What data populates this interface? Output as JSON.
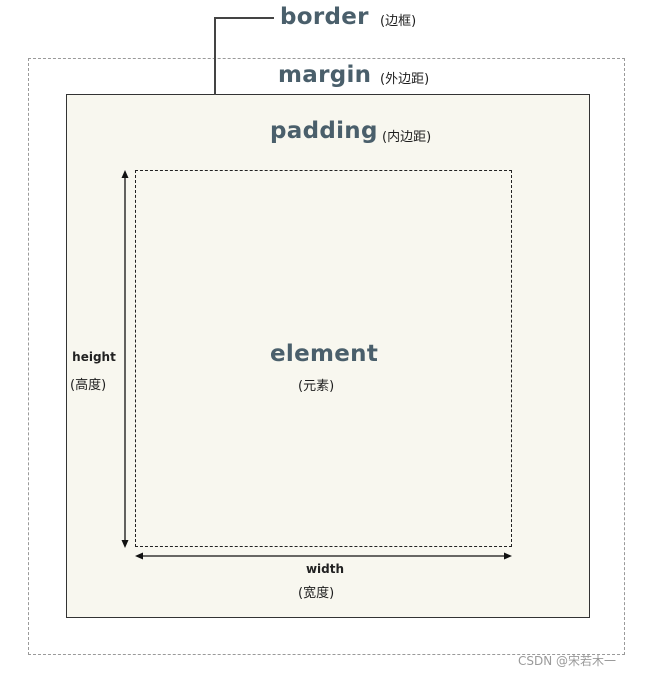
{
  "labels": {
    "border": "border",
    "border_cn": "(边框)",
    "margin": "margin",
    "margin_cn": "(外边距)",
    "padding": "padding",
    "padding_cn": "(内边距)",
    "element": "element",
    "element_cn": "(元素)",
    "height": "height",
    "height_cn": "(高度)",
    "width": "width",
    "width_cn": "(宽度)"
  },
  "watermark": "CSDN @宋若木一",
  "colors": {
    "heading": "#4a5f6b",
    "border_fill": "#f8f7ef",
    "dashed": "#9a9a9a"
  }
}
